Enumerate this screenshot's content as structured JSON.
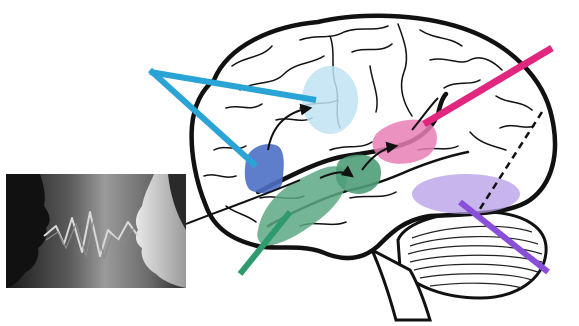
{
  "figure": {
    "subject": "brain-language-network",
    "photo": {
      "description_icon": "two-faces-speech-waveform-photo"
    },
    "regions": [
      {
        "name": "superior-temporal-region",
        "color": "#bfe3f2"
      },
      {
        "name": "inferior-frontal-region",
        "color": "#4c6fc4"
      },
      {
        "name": "auditory-cortex-region",
        "color": "#5aa882"
      },
      {
        "name": "posterior-temporal-region",
        "color": "#e77fb6"
      },
      {
        "name": "temporal-pole-region",
        "color": "#b79ce8"
      }
    ],
    "pointer_colors": {
      "cyan": "#2aa3d6",
      "magenta": "#e0267f",
      "green": "#2e9a6e",
      "purple": "#8a4fd8"
    }
  }
}
